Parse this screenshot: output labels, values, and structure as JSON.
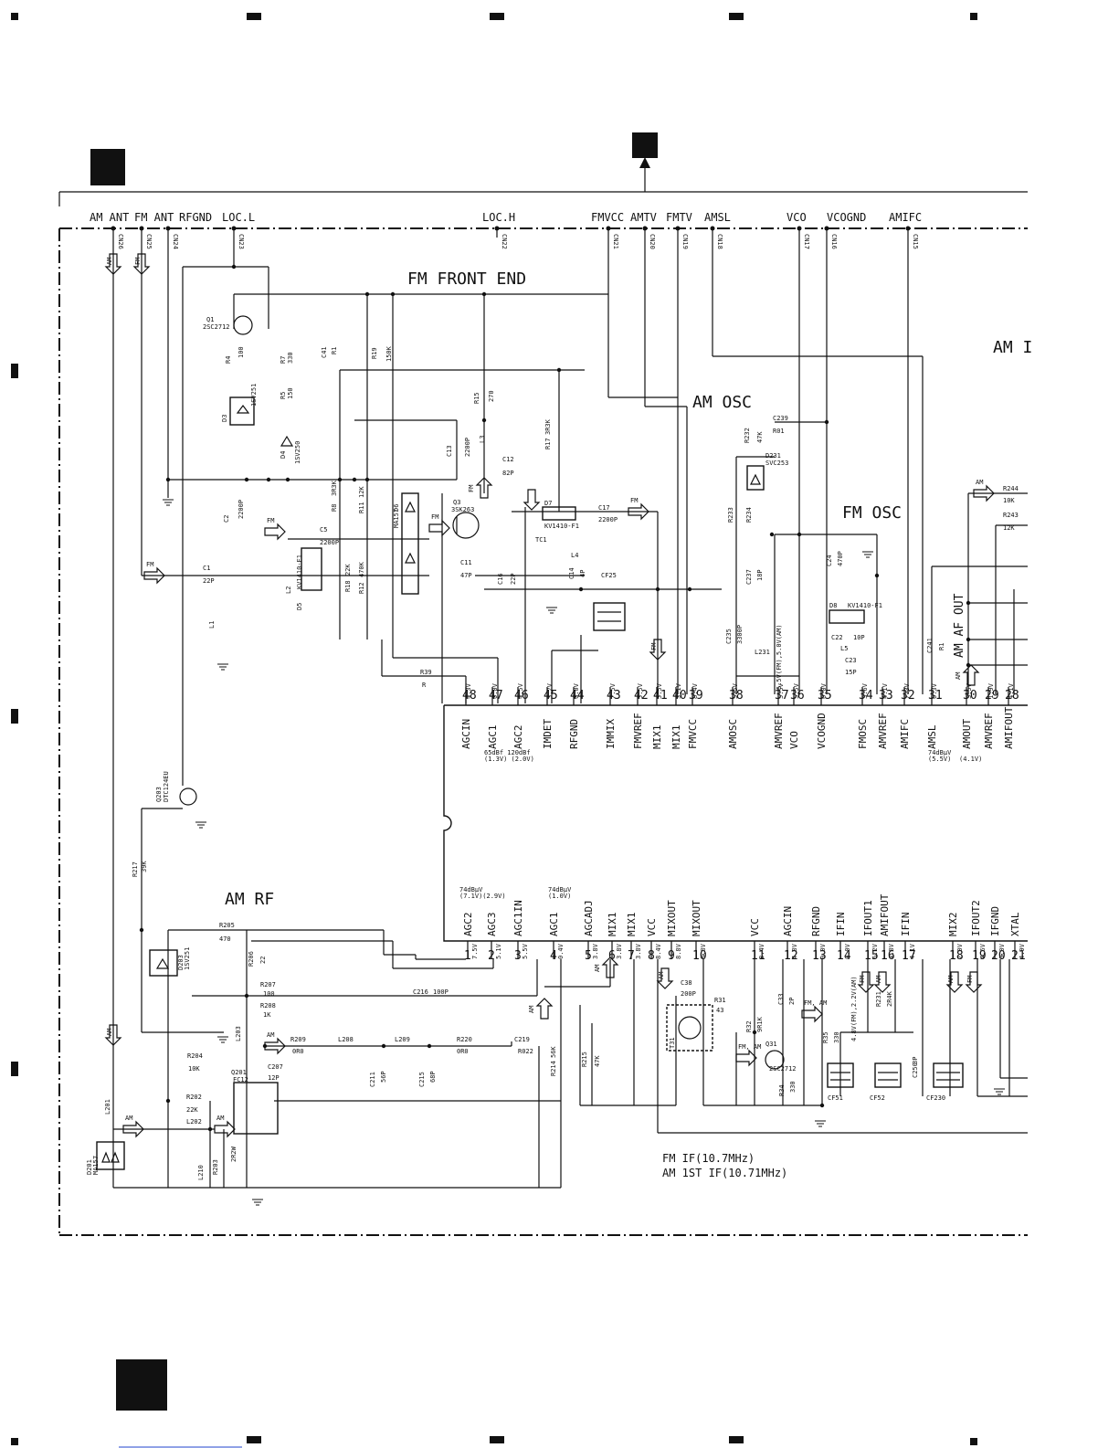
{
  "colors": {
    "ink": "#111111",
    "paper": "#ffffff"
  },
  "connector_labels": {
    "am_ant": "AM ANT",
    "fm_ant": "FM ANT",
    "rfgnd": "RFGND",
    "loc_l": "LOC.L",
    "loc_h": "LOC.H",
    "fmvcc": "FMVCC",
    "amtv": "AMTV",
    "fmtv": "FMTV",
    "amsl": "AMSL",
    "vco": "VCO",
    "vcognd": "VCOGND",
    "amifc": "AMIFC"
  },
  "connector_ids": {
    "cn26": "CN26",
    "cn25": "CN25",
    "cn24": "CN24",
    "cn23": "CN23",
    "cn22": "CN22",
    "cn21": "CN21",
    "cn20": "CN20",
    "cn19": "CN19",
    "cn18": "CN18",
    "cn17": "CN17",
    "cn16": "CN16",
    "cn15": "CN15"
  },
  "sections": {
    "fm_front_end": "FM FRONT END",
    "am_osc": "AM OSC",
    "fm_osc": "FM OSC",
    "am_rf": "AM RF",
    "am_cut": "AM I",
    "am_af_out": "AM AF OUT"
  },
  "if_notes": {
    "fm_if": "FM IF(10.7MHz)",
    "am_if": "AM 1ST IF(10.71MHz)"
  },
  "ic_top_pins": [
    {
      "num": "48",
      "name": "AGCIN",
      "volt": "4.3V"
    },
    {
      "num": "47",
      "name": "AGC1",
      "volt": "0.0V"
    },
    {
      "num": "46",
      "name": "AGC2",
      "volt": "4.5V"
    },
    {
      "num": "45",
      "name": "IMDET",
      "volt": "3.2V"
    },
    {
      "num": "44",
      "name": "RFGND",
      "volt": "0.0V"
    },
    {
      "num": "43",
      "name": "IMMIX",
      "volt": "7.5V"
    },
    {
      "num": "42",
      "name": "FMVREF",
      "volt": "5.5V"
    },
    {
      "num": "41",
      "name": "MIX1",
      "volt": "5.5V"
    },
    {
      "num": "40",
      "name": "MIX1",
      "volt": "3.1V"
    },
    {
      "num": "39",
      "name": "FMVCC",
      "volt": "8.4V"
    },
    {
      "num": "38",
      "name": "AMOSC",
      "volt": "5.5V"
    },
    {
      "num": "37",
      "name": "AMVREF",
      "volt": "5.5V"
    },
    {
      "num": "36",
      "name": "VCO",
      "volt": "5.5V"
    },
    {
      "num": "35",
      "name": "VCOGND",
      "volt": "0.0V"
    },
    {
      "num": "34",
      "name": "FMOSC",
      "volt": "3.6V"
    },
    {
      "num": "33",
      "name": "AMVREF",
      "volt": "4.1V"
    },
    {
      "num": "32",
      "name": "AMIFC",
      "volt": "7.3V"
    },
    {
      "num": "31",
      "name": "AMSL",
      "volt": "0.3V"
    },
    {
      "num": "30",
      "name": "AMOUT",
      "volt": "3.5V"
    },
    {
      "num": "29",
      "name": "AMVREF",
      "volt": "1.9V"
    },
    {
      "num": "28",
      "name": "AMIFOUT",
      "volt": "4.1V"
    }
  ],
  "ic_bottom_pins": [
    {
      "num": "1",
      "name": "AGC2",
      "volt": "7.5V"
    },
    {
      "num": "2",
      "name": "AGC3",
      "volt": "5.1V"
    },
    {
      "num": "3",
      "name": "AGC1IN",
      "volt": "5.5V"
    },
    {
      "num": "4",
      "name": "AGC1",
      "volt": "0.4V"
    },
    {
      "num": "5",
      "name": "AGCADJ",
      "volt": "3.8V"
    },
    {
      "num": "6",
      "name": "MIX1",
      "volt": "3.8V"
    },
    {
      "num": "7",
      "name": "MIX1",
      "volt": "3.8V"
    },
    {
      "num": "8",
      "name": "VCC",
      "volt": "8.4V"
    },
    {
      "num": "9",
      "name": "MIXOUT",
      "volt": "8.8V"
    },
    {
      "num": "10",
      "name": "MIXOUT",
      "volt": "8.8V"
    },
    {
      "num": "11",
      "name": "VCC",
      "volt": "8.4V"
    },
    {
      "num": "12",
      "name": "AGCIN",
      "volt": "4.8V"
    },
    {
      "num": "13",
      "name": "RFGND",
      "volt": "0.0V"
    },
    {
      "num": "14",
      "name": "IFIN",
      "volt": "0.0V"
    },
    {
      "num": "15",
      "name": "IFOUT1",
      "volt": "6.2V"
    },
    {
      "num": "16",
      "name": "AMIFOUT",
      "volt": "4.8V"
    },
    {
      "num": "17",
      "name": "IFIN",
      "volt": "4.1V"
    },
    {
      "num": "18",
      "name": "MIX2",
      "volt": "2.0V"
    },
    {
      "num": "19",
      "name": "IFOUT2",
      "volt": "4.6V"
    },
    {
      "num": "20",
      "name": "IFGND",
      "volt": "0.0V"
    },
    {
      "num": "21",
      "name": "XTAL",
      "volt": "4.9V"
    }
  ],
  "ic_notes": {
    "agc1_db": "65dBf 120dBf",
    "agc1_v": "(1.3V) (2.0V)",
    "amsl_db": "74dBμV",
    "amsl_v": "(5.5V)",
    "amout_v": "(4.1V)",
    "agc2_db": "74dBμV",
    "agc2_v": "(7.1V)(2.9V)",
    "agc1b_db": "74dBμV",
    "agc1b_v": "(1.0V)",
    "pin36_note": "5.5V(FM),5.0V(AM)",
    "pin15_note": "4.8V(FM),2.2V(AM)"
  },
  "components": {
    "q1": "Q1",
    "q1_part": "2SC2712",
    "q3": "Q3",
    "q3_part": "3SK263",
    "q203": "Q203",
    "q203_part": "DTC124EU",
    "q201": "Q201",
    "q201_part": "FC12",
    "q31": "Q31",
    "q31_part": "2SC2712",
    "d231": "D231",
    "d231_part": "SVC253",
    "d201": "D201",
    "d201_part": "MA157",
    "d203": "D203",
    "d203_part": "1SV251",
    "d3": "D3",
    "d3_part": "1SV251",
    "d5": "D5",
    "d5_part": "KV1410-F1",
    "d6": "D6",
    "d6_part": "MA157",
    "d7": "D7",
    "d7_part": "KV1410-F1",
    "d8": "D8",
    "d8_part": "KV1410-F1",
    "d4": "D4",
    "d4_part": "1SV250",
    "r4": "R4",
    "r4_v": "100",
    "r7": "R7",
    "r7_v": "330",
    "r5": "R5",
    "r5_v": "150",
    "r41": "C41",
    "r41_v": "R1",
    "r19": "R19",
    "r19_v": "150K",
    "r15": "R15",
    "r15_v": "270",
    "r17": "R17",
    "r17_v": "3R3K",
    "r232": "R232",
    "r232_v": "47K",
    "c239": "C239",
    "c239_v": "R01",
    "r233": "R233",
    "r234": "R234",
    "r8": "R8",
    "r8_v": "3R3K",
    "r11": "R11",
    "r11_v": "12K",
    "r18": "R18",
    "r18_v": "22K",
    "r12": "R12",
    "r12_v": "470K",
    "r39": "R39",
    "r39_v": "R",
    "r244": "R244",
    "r244_v": "10K",
    "r243": "R243",
    "r243_v": "12K",
    "r217": "R217",
    "r217_v": "39K",
    "r205": "R205",
    "r205_v": "470",
    "r206": "R206",
    "r206_v": "22",
    "r207": "R207",
    "r207_v": "100",
    "r208": "R208",
    "r208_v": "1K",
    "r209": "R209",
    "r209_v": "0R0",
    "r220": "R220",
    "r220_v": "0R0",
    "r204": "R204",
    "r204_v": "10K",
    "r202": "R202",
    "r202_v": "22K",
    "r203": "R203",
    "r203_v": "2R2W",
    "r214": "R214",
    "r214_v": "56K",
    "r215": "R215",
    "r215_v": "47K",
    "r31": "R31",
    "r31_v": "43",
    "r32": "R32",
    "r32_v": "9R1K",
    "r34": "R34",
    "r34_v": "330",
    "r35": "R35",
    "r35_v": "330",
    "r231": "R231",
    "r231_v": "2R4K",
    "c1": "C1",
    "c1_v": "22P",
    "c2": "C2",
    "c2_v": "2200P",
    "c5": "C5",
    "c5_v": "2200P",
    "c13": "C13",
    "c13_v": "2200P",
    "c12": "C12",
    "c12_v": "82P",
    "c17": "C17",
    "c17_v": "2200P",
    "c11": "C11",
    "c11_v": "47P",
    "c16": "C16",
    "c16_v": "22P",
    "c14": "C14",
    "c14_v": "4P",
    "c216": "C216",
    "c216_v": "100P",
    "c219": "C219",
    "c219_v": "R022",
    "c211": "C211",
    "c211_v": "56P",
    "c215": "C215",
    "c215_v": "68P",
    "c207": "C207",
    "c207_v": "12P",
    "c235": "C235",
    "c235_v": "3300P",
    "c237": "C237",
    "c237_v": "18P",
    "c24": "C24",
    "c24_v": "470P",
    "c22": "C22",
    "c22_v": "10P",
    "c23": "C23",
    "c23_v": "15P",
    "c241": "C241",
    "c241_v": "R1",
    "c38": "C38",
    "c38_v": "200P",
    "c33": "C33",
    "c33_v": "2P",
    "c250": "C250",
    "c250_v": "3P",
    "l1": "L1",
    "l2": "L2",
    "l3": "L3",
    "l4": "L4",
    "l5": "L5",
    "l231": "L231",
    "l201": "L201",
    "l202": "L202",
    "l203": "L203",
    "l208": "L208",
    "l209": "L209",
    "l210": "L210",
    "tc1": "TC1",
    "cf25": "CF25",
    "cf51": "CF51",
    "cf52": "CF52",
    "cf230": "CF230",
    "t31": "T31"
  },
  "signal_tags": {
    "am": "AM",
    "fm": "FM",
    "fmam": "FM, AM"
  }
}
